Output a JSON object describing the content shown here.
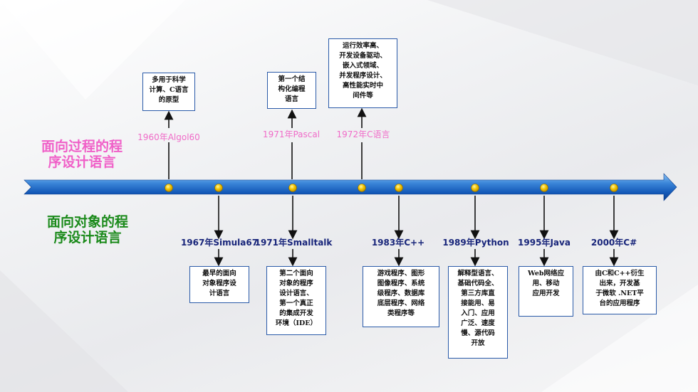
{
  "categories": {
    "procedural": "面向过程的程\n序设计语言",
    "object_oriented": "面向对象的程\n序设计语言"
  },
  "events": {
    "algol60": {
      "label": "1960年Algol60",
      "desc": "多用于科学\n计算、C语言\n的原型"
    },
    "pascal": {
      "label": "1971年Pascal",
      "desc": "第一个结\n构化编程\n语言"
    },
    "c": {
      "label": "1972年C语言",
      "desc": "运行效率高、\n开发设备驱动、\n嵌入式领域、\n并发程序设计、\n高性能实时中\n间件等"
    },
    "simula67": {
      "label": "1967年Simula67",
      "desc": "最早的面向\n对象程序设\n计语言"
    },
    "smalltalk": {
      "label": "1971年Smalltalk",
      "desc": "第二个面向\n对象的程序\n设计语言、\n第一个真正\n的集成开发\n环境（IDE）"
    },
    "cpp": {
      "label": "1983年C++",
      "desc": "游戏程序、图形\n图像程序、系统\n级程序、数据库\n底层程序、网络\n类程序等"
    },
    "python": {
      "label": "1989年Python",
      "desc": "解释型语言、\n基础代码全、\n第三方库直\n接能用、易\n入门、应用\n广泛、速度\n慢、源代码\n开放"
    },
    "java": {
      "label": "1995年Java",
      "desc": "Web网络应\n用、移动\n应用开发"
    },
    "csharp": {
      "label": "2000年C#",
      "desc": "由C和C++衍生\n出来，开发基\n于微软 .NET平\n台的应用程序"
    }
  },
  "colors": {
    "axis": "#1565c0",
    "axis_light": "#4a90e2",
    "dot": "#f2c200",
    "procedural": "#f060c8",
    "object_oriented": "#1b8a1b",
    "box_border": "#2a5aa8"
  }
}
